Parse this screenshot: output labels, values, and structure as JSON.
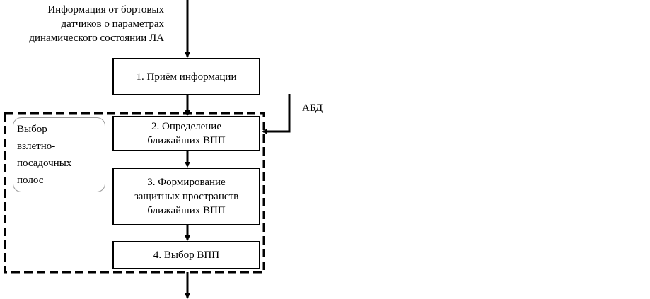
{
  "input_label": {
    "lines": [
      "Информация  от бортовых",
      "датчиков о параметрах",
      "динамического состоянии ЛА"
    ]
  },
  "external_input": "АБД",
  "group_label": {
    "lines": [
      "Выбор",
      "взлетно-",
      "посадочных",
      "полос"
    ]
  },
  "steps": [
    {
      "lines": [
        "1. Приём информации"
      ]
    },
    {
      "lines": [
        "2. Определение",
        "ближайших ВПП"
      ]
    },
    {
      "lines": [
        "3. Формирование",
        "защитных пространств",
        "ближайших ВПП"
      ]
    },
    {
      "lines": [
        "4. Выбор ВПП"
      ]
    }
  ]
}
